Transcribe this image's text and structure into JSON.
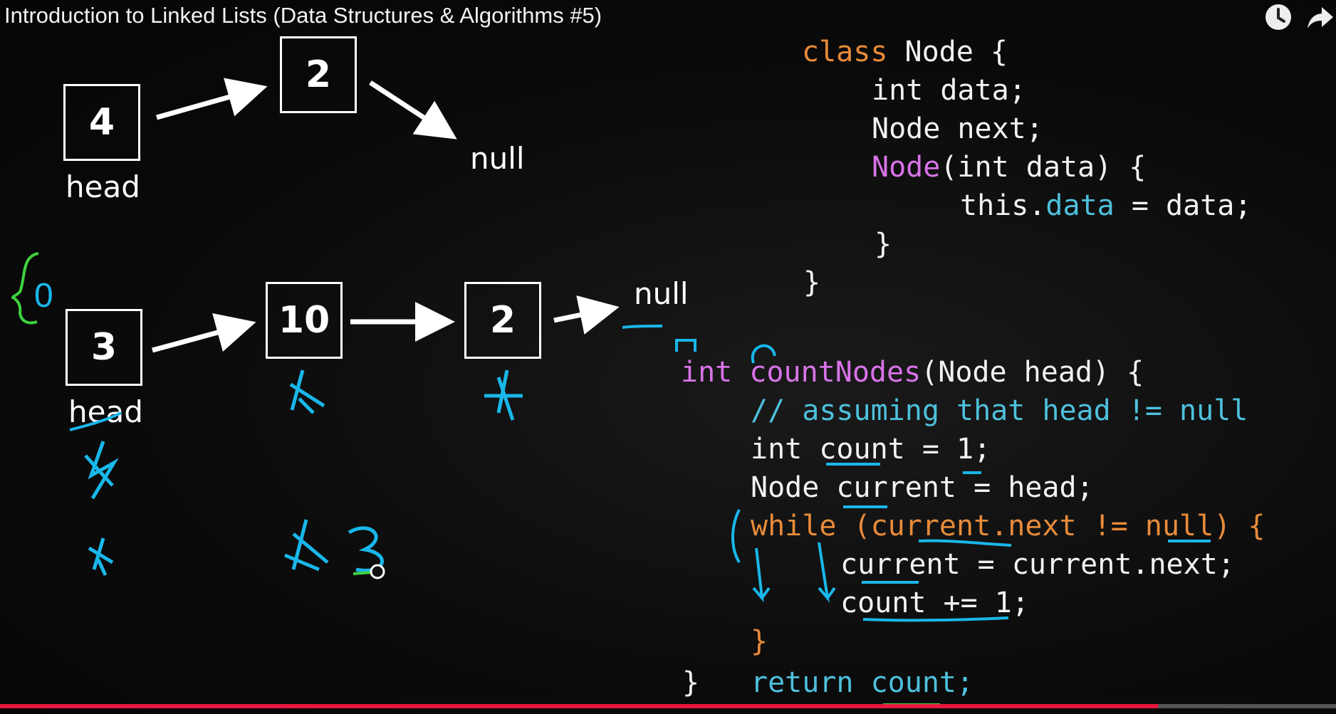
{
  "video": {
    "title": "Introduction to Linked Lists (Data Structures & Algorithms #5)",
    "progress_fraction": 0.867
  },
  "icons": {
    "watch_later": "clock-icon",
    "share": "share-arrow-icon"
  },
  "diagram_top": {
    "node1": "4",
    "node2": "2",
    "head_label": "head",
    "null_label": "null"
  },
  "diagram_bottom": {
    "node1": "3",
    "node2": "10",
    "node3": "2",
    "head_label": "head",
    "null_label": "null",
    "counter_zero": "0"
  },
  "code_class": {
    "l1_kw": "class",
    "l1_rest": " Node {",
    "l2": "int data;",
    "l3": "Node next;",
    "l4_ctor": "Node",
    "l4_rest": "(int data) {",
    "l5_this": "this.",
    "l5_field": "data",
    "l5_rest": " = data;",
    "l6": "}",
    "l7": "}"
  },
  "code_count": {
    "l1_kw": "int ",
    "l1_fn": "countNodes",
    "l1_rest": "(Node head) {",
    "l2": "// assuming that head != null",
    "l3": "int count = 1;",
    "l4": "Node current = head;",
    "l5": "while (current.next != null) {",
    "l6": "current = current.next;",
    "l7": "count += 1;",
    "l8": "}",
    "l9_brace": "}",
    "l9_ret": "return count;"
  },
  "colors": {
    "orange": "#e88b3a",
    "pink": "#d873e8",
    "blue": "#4ec0dc",
    "annot_cyan": "#19b7ea",
    "annot_green": "#3fd13f",
    "progress": "#e5173f"
  }
}
